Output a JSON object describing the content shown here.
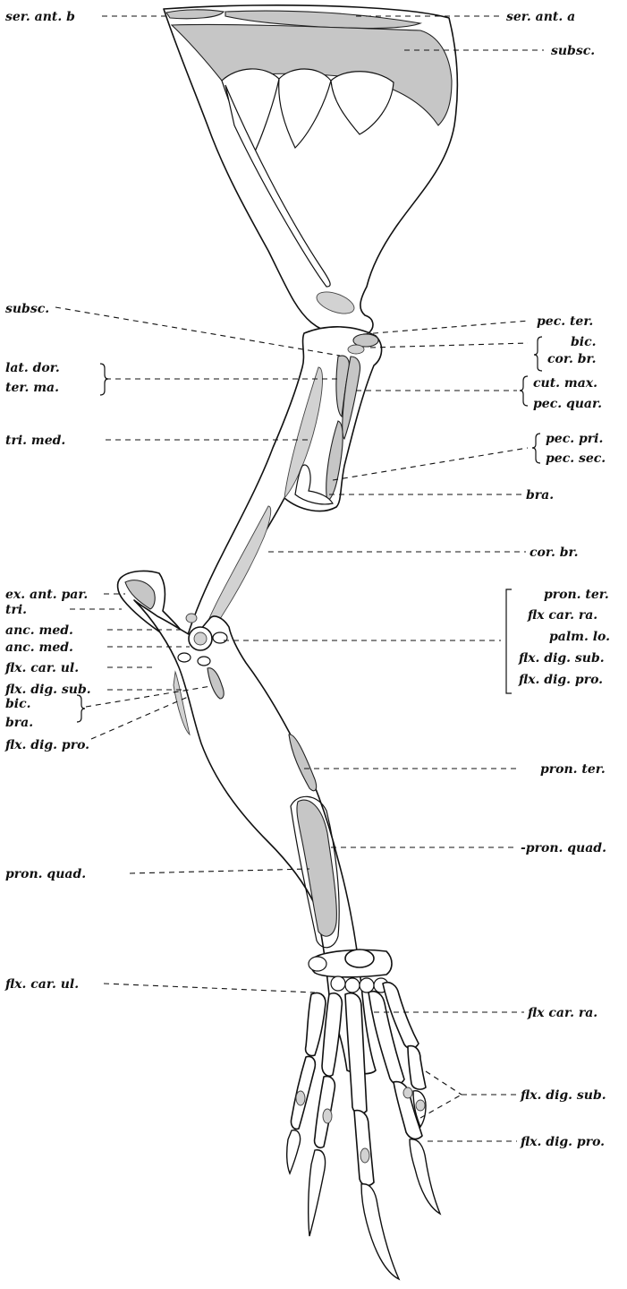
{
  "labels": {
    "ser_ant_b": "ser. ant. b",
    "ser_ant_a": "ser. ant. a",
    "subsc_top": "subsc.",
    "subsc_left": "subsc.",
    "pec_ter": "pec. ter.",
    "bic_right": "bic.",
    "cor_br_right": "cor. br.",
    "lat_dor": "lat. dor.",
    "ter_ma": "ter. ma.",
    "cut_max": "cut. max.",
    "pec_quar": "pec. quar.",
    "tri_med": "tri. med.",
    "pec_pri": "pec. pri.",
    "pec_sec": "pec. sec.",
    "bra_right": "bra.",
    "cor_br_lower": "cor. br.",
    "ex_ant_par": "ex. ant. par.",
    "tri": "tri.",
    "anc_med_1": "anc. med.",
    "anc_med_2": "anc. med.",
    "flx_car_ul_upper": "flx. car. ul.",
    "flx_dig_sub_left": "flx. dig. sub.",
    "bic_left": "bic.",
    "bra_left": "bra.",
    "flx_dig_pro_left": "flx. dig. pro.",
    "pron_ter_group": "pron. ter.",
    "flx_car_ra_group": "flx car. ra.",
    "palm_lo": "palm. lo.",
    "flx_dig_sub_group": "flx. dig. sub.",
    "flx_dig_pro_group": "flx. dig. pro.",
    "pron_ter_right": "pron. ter.",
    "pron_quad_right": "-pron. quad.",
    "pron_quad_left": "pron. quad.",
    "flx_car_ul_lower": "flx. car. ul.",
    "flx_car_ra_right": "flx car. ra.",
    "flx_dig_sub_right": "flx. dig. sub.",
    "flx_dig_pro_right": "flx. dig. pro."
  }
}
